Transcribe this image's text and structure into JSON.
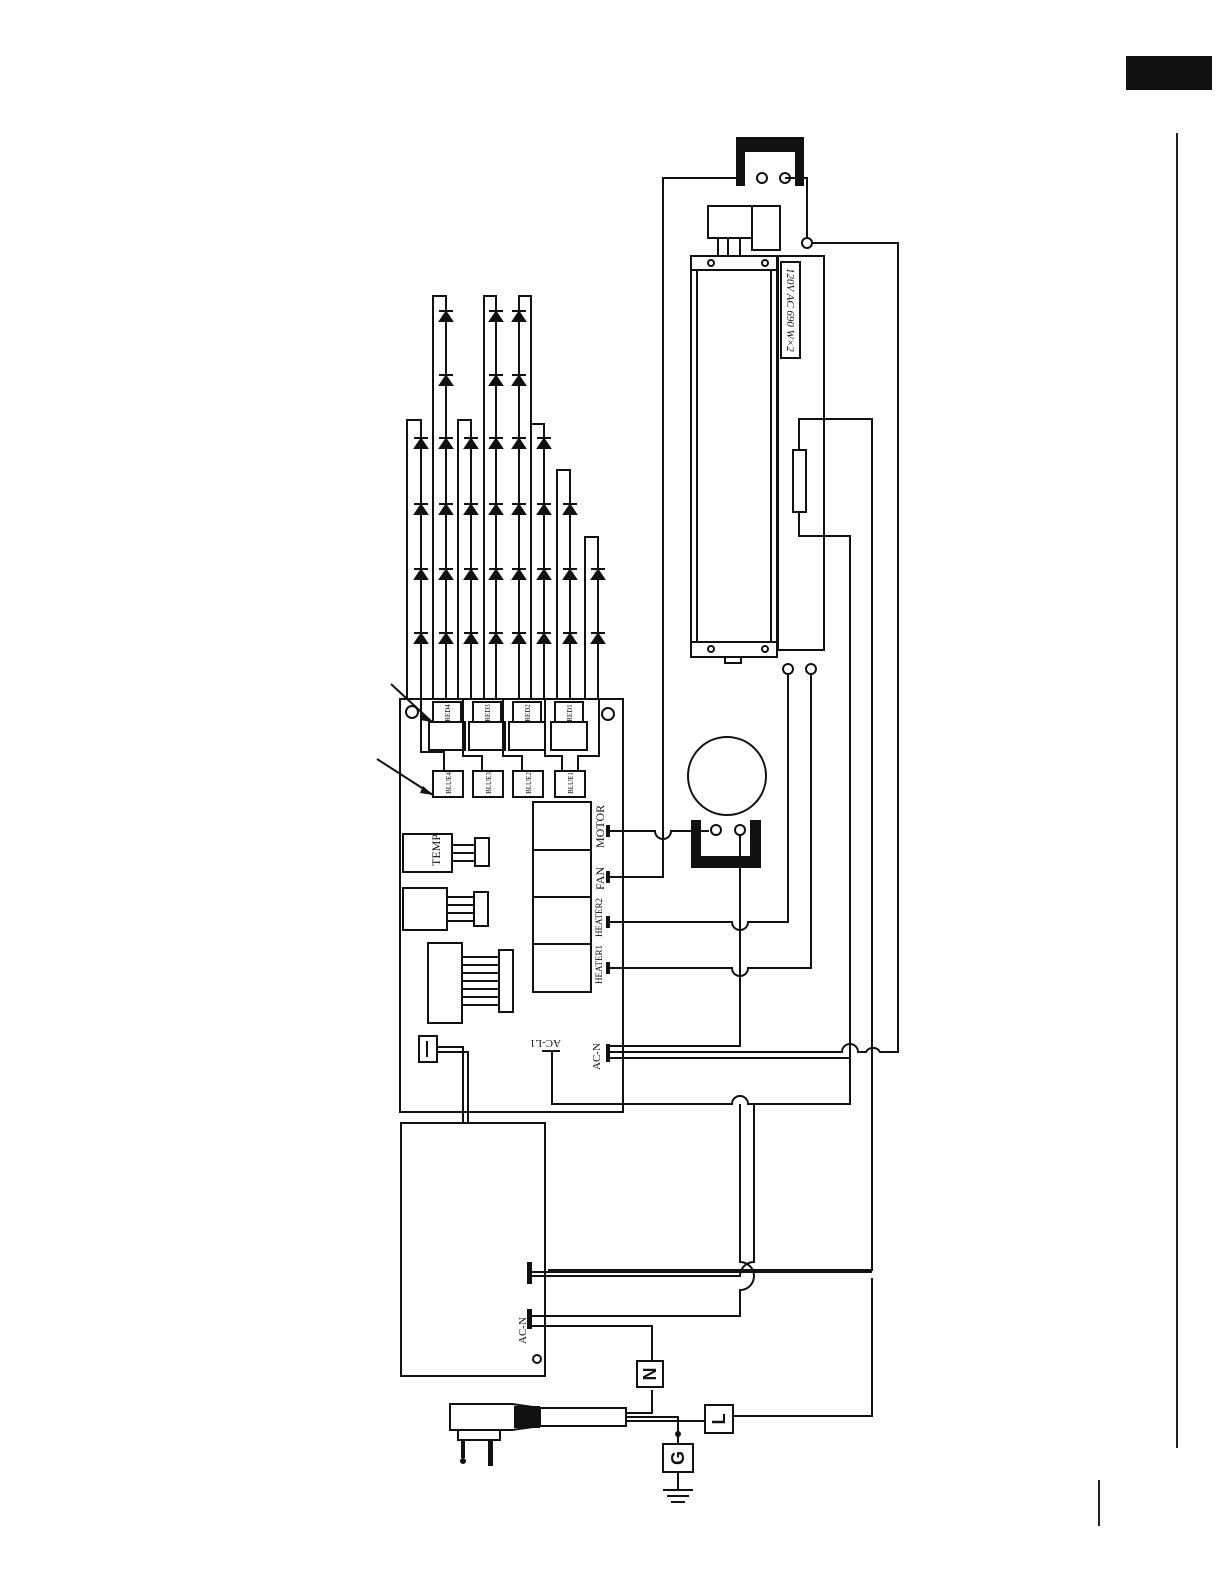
{
  "page": {
    "accent_block_color": "#111111"
  },
  "labels": {
    "temp": "TEMP",
    "motor": "MOTOR",
    "fan": "FAN",
    "heater2": "HEATER2",
    "heater1": "HEATER1",
    "ac_l1": "AC-L1",
    "ac_n_board": "AC-N",
    "ac_n_psu": "AC-N",
    "heater_rating": "120V AC 690 W×2",
    "neutral": "N",
    "line": "L",
    "ground": "G",
    "led_upper": [
      "RED4",
      "RED3",
      "RED2",
      "RED1"
    ],
    "led_lower": [
      "BLUE4",
      "BLUE3",
      "BLUE2",
      "BLUE1"
    ]
  }
}
